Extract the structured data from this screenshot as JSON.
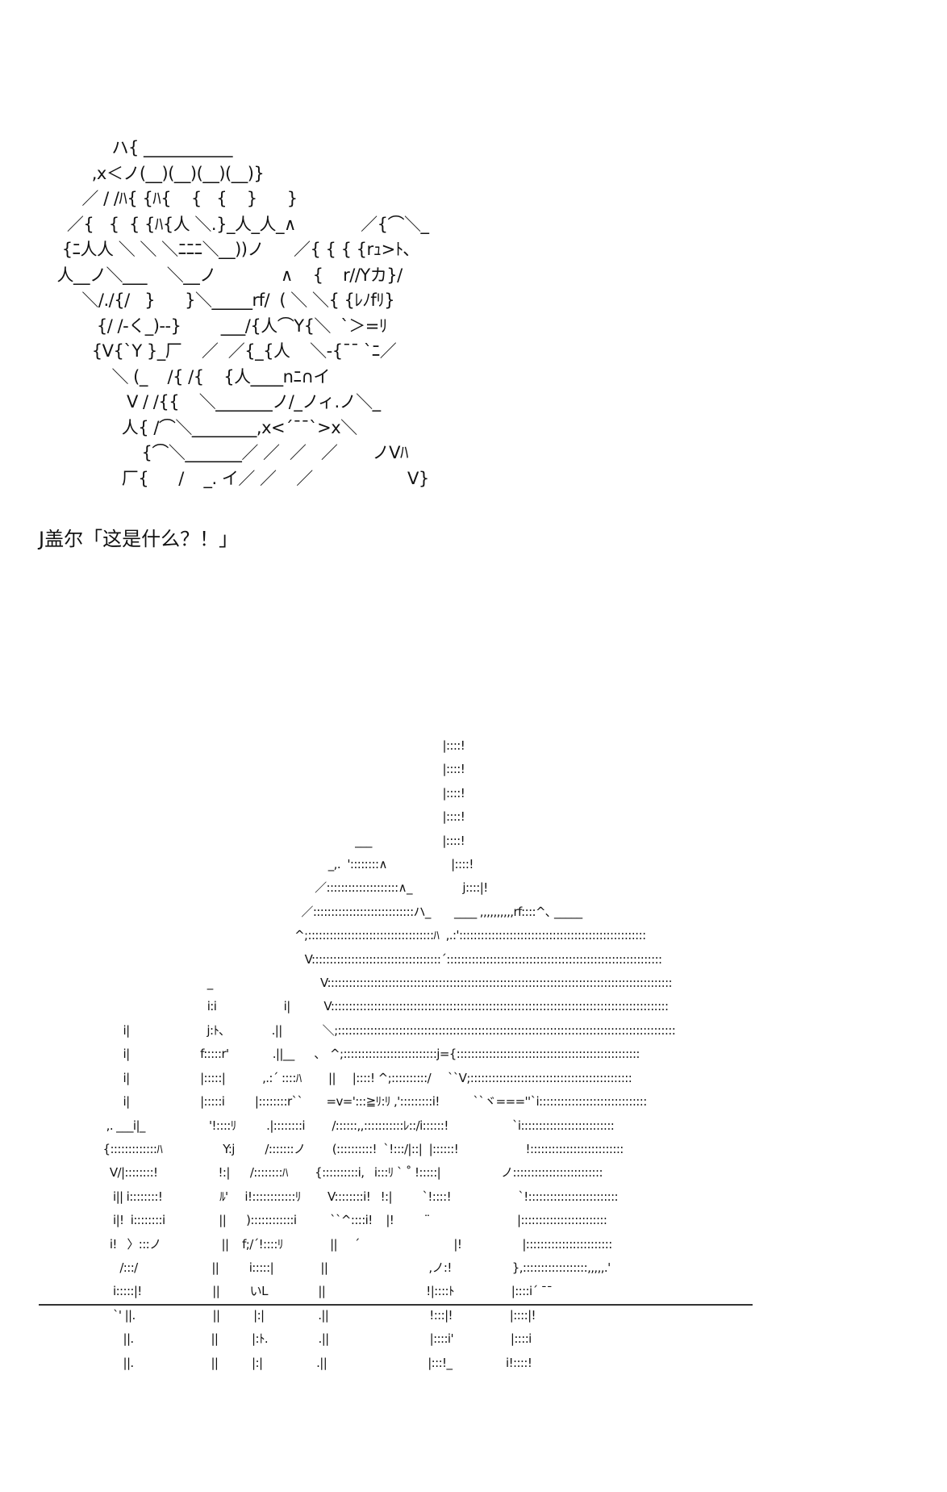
{
  "art_top": {
    "lines": [
      "              ハ{ ___________",
      "          ,x＜ノ(__)(__)(__)(__)}",
      "        ／ / /ﾊ{ {ﾊ{    {   {    }      }",
      "     ／{   {  { {ﾊ{人 ＼.}_人_人_∧             ／{⌒＼_",
      "    {ﾆ人人 ＼ ＼ ＼ﾆﾆﾆ＼__))ノ      ／{ { { {rｭ>ﾄ､",
      "   人__ノ＼___    ＼__ノ             ∧    {    r//Yカ}/",
      "        ＼/./{/   }      }＼_____rf/  ( ＼ ＼{ {ﾚﾉfﾘ}",
      "           {/ /‐く_)‐‐}        ___/{人⌒Y{＼  `＞=ﾘ",
      "          {V{`Y }_厂    ／  ／{_{人    ＼‐{¯¯ `ﾆ／",
      "              ＼ (_    /{ /{    {人____nﾆ∩イ",
      "                 V / /{{    ＼_______ノ/_ノィ.ノ＼_",
      "                人{ /⌒＼________,x<´¯¯`>x＼",
      "                    {⌒＼_______／ ／  ／   ／       ノVﾊ",
      "                厂{      /    _. イ／ ／    ／                   V}"
    ]
  },
  "dialogue": {
    "text": "J盖尔「这是什么？！」"
  },
  "art_bottom": {
    "lines": [
      "                                                                                                              |::::!",
      "                                                                                                              |::::!",
      "                                                                                                              |::::!",
      "                                                                                                              |::::!",
      "                                                                                    ___                     |::::!",
      "                                                                            _,.  '::::::::∧                   |::::!",
      "                                                                        ／::::::::::::::::::::∧_               j::::|!",
      "                                                                    ／::::::::::::::::::::::::::::ハ_       ____ ,,,,,,,,,,rf::::^､ _____",
      "                                                                  ^;:::::::::::::::::::::::::::::::::::ﾊ  ,.:'::::::::::::::::::::::::::::::::::::::::::::::::::::",
      "                                                                     V::::::::::::::::::::::::::::::::::::´::::::::::::::::::::::::::::::::::::::::::::::::::::::::::::",
      "                                        _                                V::::::::::::::::::::::::::::::::::::::::::::::::::::::::::::::::::::::::::::::::::::::::::::::::",
      "                                        i:i                    i|          V::::::::::::::::::::::::::::::::::::::::::::::::::::::::::::::::::::::::::::::::::::::::::::::",
      "               i|                       j:ﾄ､              .||            ＼;::::::::::::::::::::::::::::::::::::::::::::::::::::::::::::::::::::::::::::::::::::::::::::::",
      "               i|                     f:::::r'             .||__      ､   ^;::::::::::::::::::::::::::j={:::::::::::::::::::::::::::::::::::::::::::::::::::",
      "               i|                     |:::::|           ,.:´ ::::ﾊ        ||     |::::! ^;::::::::::/     ``V;:::::::::::::::::::::::::::::::::::::::::::::",
      "               i|                     |:::::i         |::::::::r``       =v=':::≧ﾘ:ﾘ ,':::::::::i!          ``ヾ===''`i::::::::::::::::::::::::::::::",
      "          ,. ___i|_                   '!::::ﾘ         .|::::::::i        /::::::,,:::::::::::ﾚ::/i::::::!                   `i::::::::::::::::::::::::::",
      "         {:::::::::::::ﾊ                  Y:j         /:::::::ノ        (::::::::::!  `!:::/|::|  |::::::!                    !::::::::::::::::::::::::::",
      "           V/|::::::::!                  !:|      /::::::::ﾊ        {::::::::::i,   i:::ﾘ ` ˚ !:::::|                  ノ:::::::::::::::::::::::::",
      "            i|| i::::::::!                 ﾙ'     i!::::::::::::ﾘ        V::::::::i!   !:|         `!::::!                    `!:::::::::::::::::::::::::",
      "            i|!  i::::::::i                ||      )::::::::::::i          ``^::::i!    |!         ¨                          |::::::::::::::::::::::::",
      "           i!   〉:::ノ                  ||    f;/´!::::ﾘ              ||     ´                            |!                  |::::::::::::::::::::::::",
      "              /:::/                      ||         i:::::|              ||                              ,ノ:!                  },::::::::::::::::::,,,,,.'",
      "            i:::::|!                     ||         いL               ||                              !|::::ﾄ                 |::::i´ ¯¯",
      "            `' ||.                       ||          |:|                .||                              !:::|!                 |::::|!",
      "               ||.                       ||          |:ﾄ.               .||                              |::::i'                 |::::i",
      "               ||.                       ||          |:|                .||                              |:::!_                i!::::!"
    ]
  }
}
